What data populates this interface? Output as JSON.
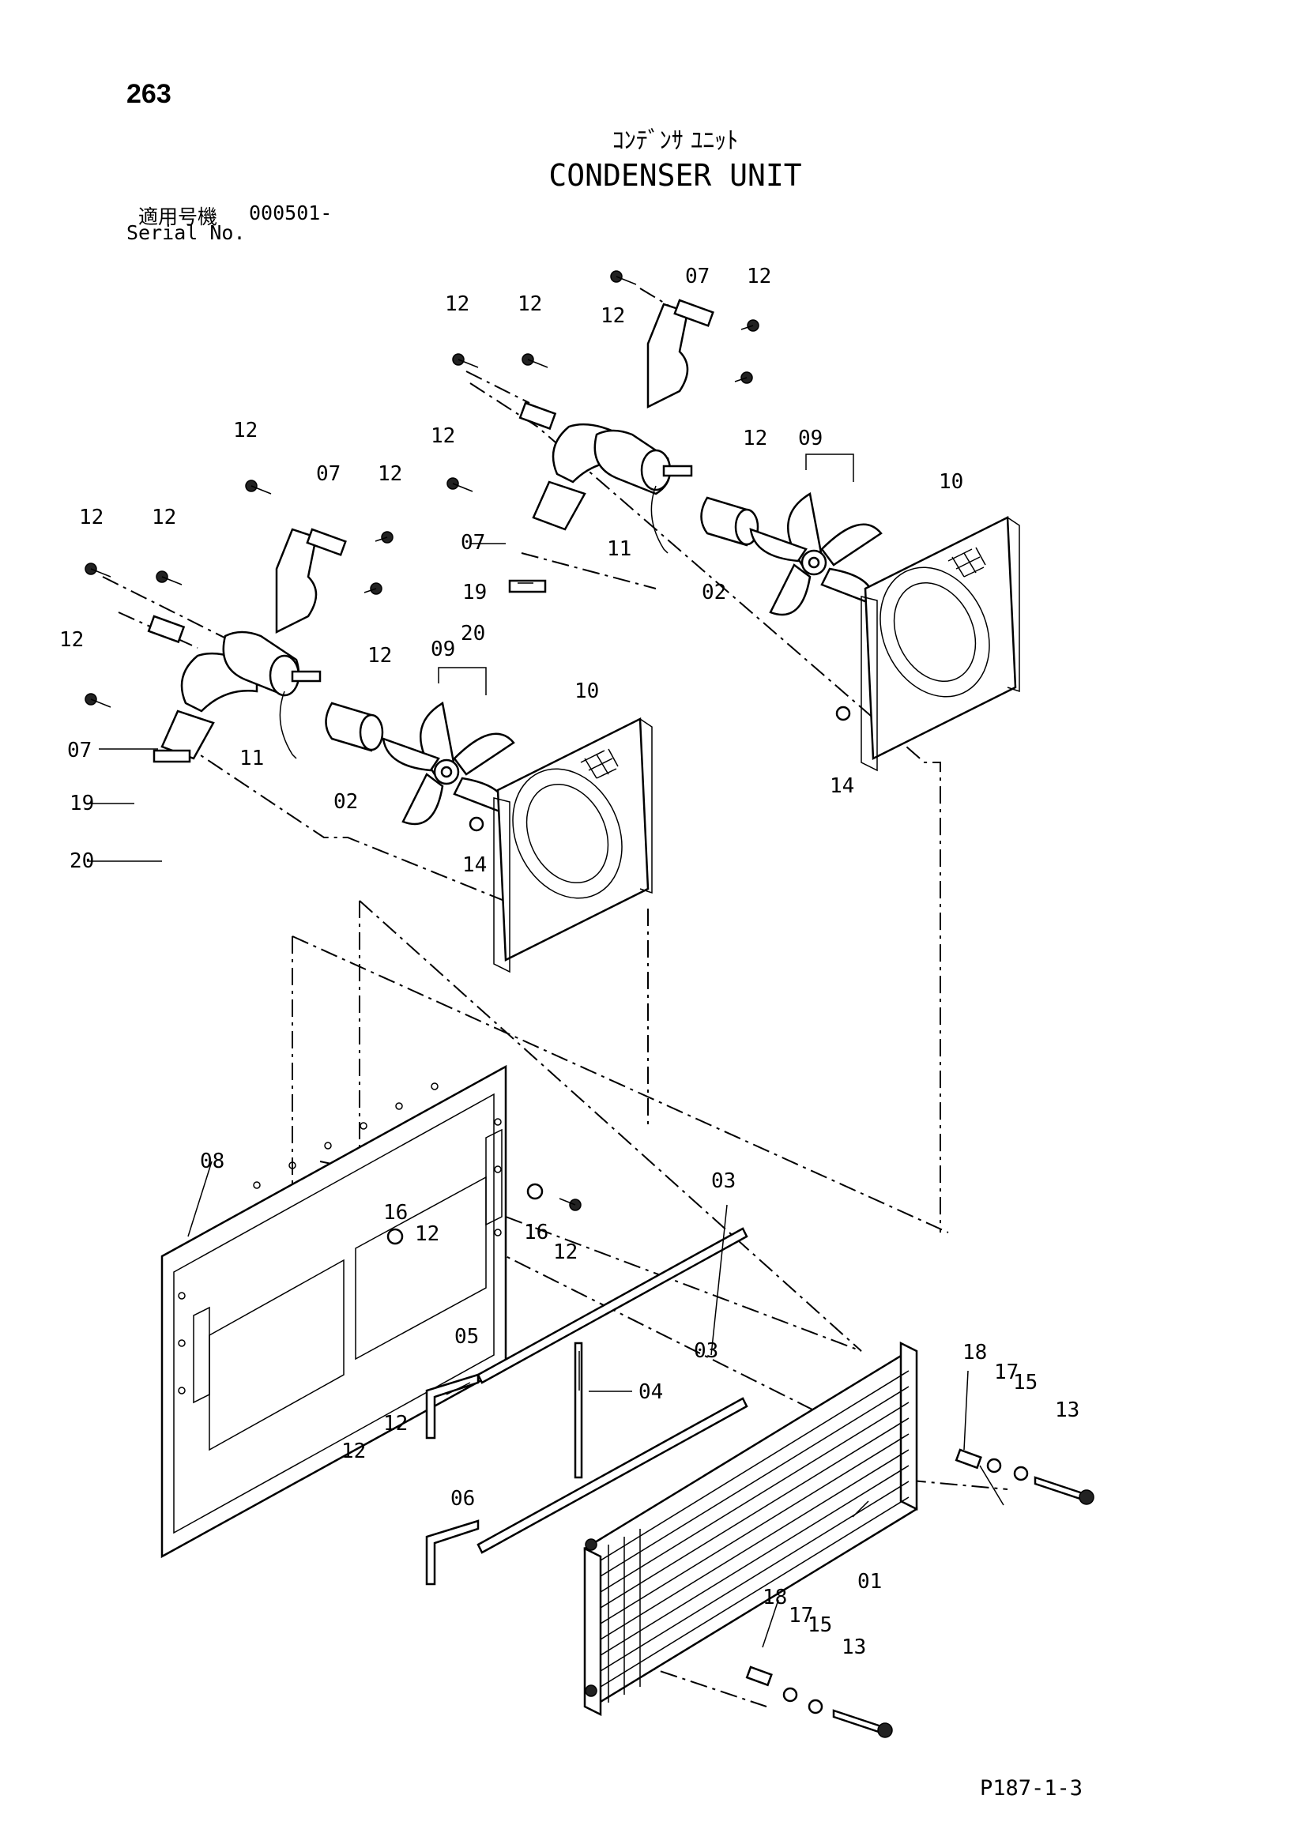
{
  "page": {
    "number": "263",
    "title_jp": "ｺﾝﾃﾞﾝｻ ﾕﾆｯﾄ",
    "title_en": "CONDENSER UNIT",
    "serial_label_jp": "適用号機",
    "serial_value": "000501-",
    "serial_label_en": "Serial No.",
    "footer_code": "P187-1-3"
  },
  "callouts": {
    "c01": "01",
    "c02a": "02",
    "c02b": "02",
    "c03a": "03",
    "c03b": "03",
    "c04": "04",
    "c05": "05",
    "c06": "06",
    "c07a": "07",
    "c07b": "07",
    "c07c": "07",
    "c07d": "07",
    "c08": "08",
    "c09a": "09",
    "c09b": "09",
    "c10a": "10",
    "c10b": "10",
    "c11a": "11",
    "c11b": "11",
    "c12": "12",
    "c13a": "13",
    "c13b": "13",
    "c14a": "14",
    "c14b": "14",
    "c15a": "15",
    "c15b": "15",
    "c16a": "16",
    "c16b": "16",
    "c17a": "17",
    "c17b": "17",
    "c18a": "18",
    "c18b": "18",
    "c19a": "19",
    "c19b": "19",
    "c20a": "20",
    "c20b": "20"
  }
}
